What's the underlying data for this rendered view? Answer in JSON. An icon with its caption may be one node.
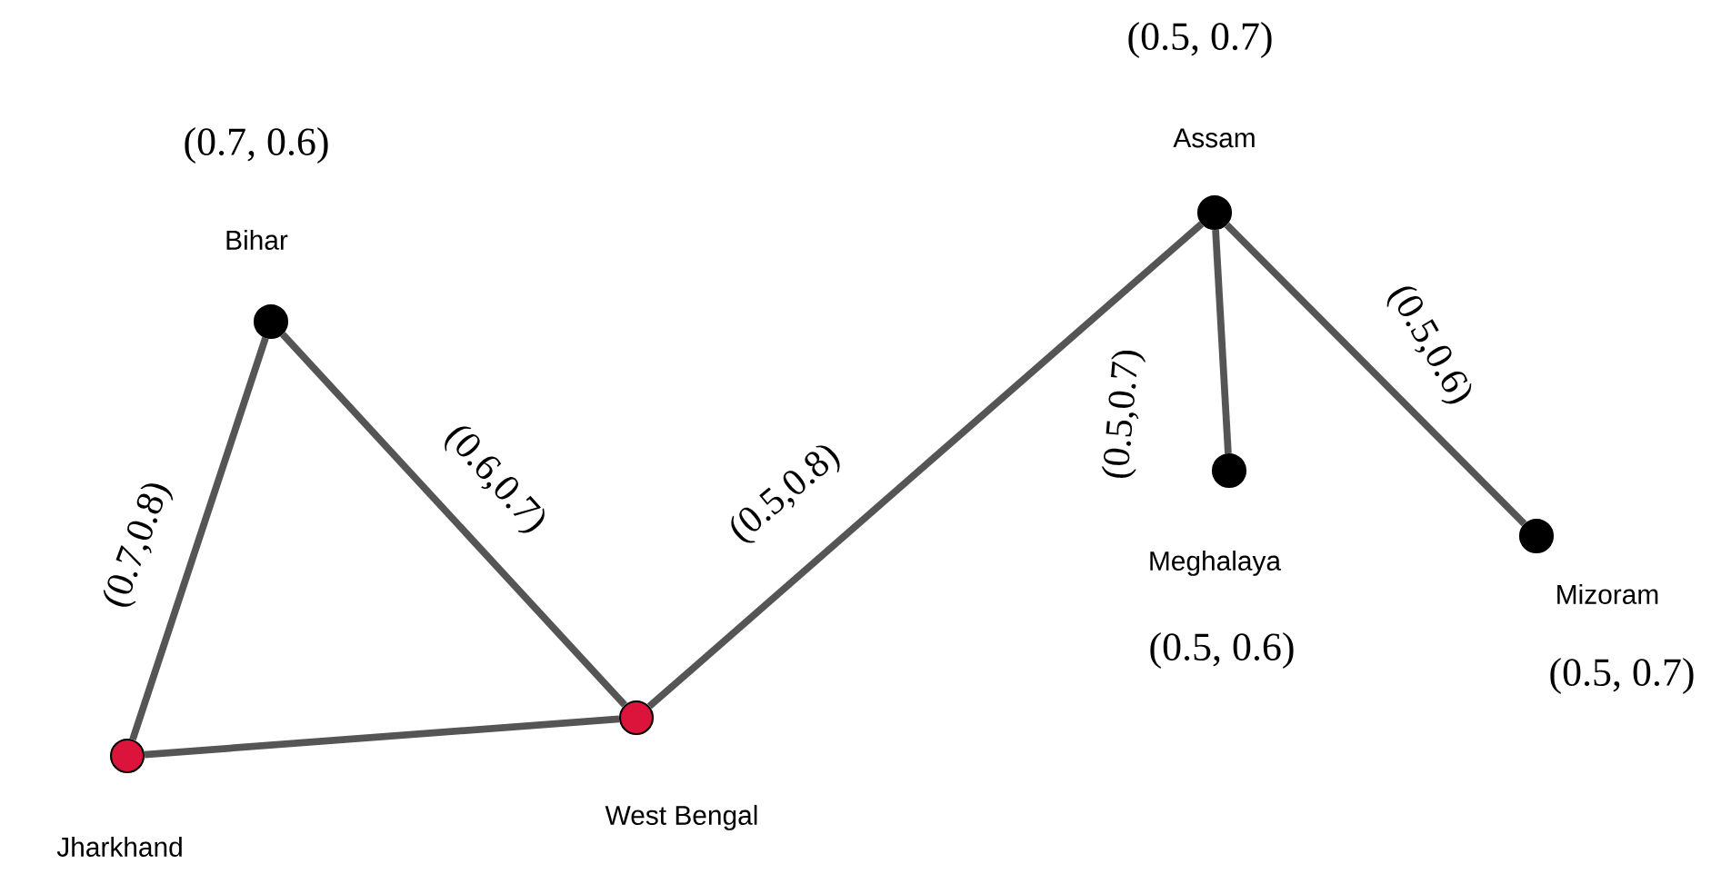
{
  "diagram": {
    "nodes": [
      {
        "text": [
          "Bihar"
        ],
        "beside": [
          "(0.7, 0.6)"
        ]
      },
      {
        "text": [
          "Jharkhand"
        ]
      },
      {
        "text": [
          "West Bengal"
        ]
      },
      {
        "text": [
          "Assam"
        ],
        "beside": [
          "(0.5, 0.7)"
        ]
      },
      {
        "text": [
          "Meghalaya"
        ],
        "beside": [
          "(0.5, 0.6)"
        ]
      },
      {
        "text": [
          "Mizoram"
        ],
        "beside": [
          "(0.5, 0.7)"
        ]
      }
    ],
    "edges": [
      {
        "from": 1,
        "to": 0,
        "arrow": "none",
        "label": "(0.7,0.8)"
      },
      {
        "from": 0,
        "to": 2,
        "arrow": "none",
        "label": "(0.6,0.7)"
      },
      {
        "from": 1,
        "to": 2,
        "arrow": "none"
      },
      {
        "from": 2,
        "to": 3,
        "arrow": "none",
        "label": "(0.5,0.8)"
      },
      {
        "from": 3,
        "to": 4,
        "arrow": "none",
        "label": "(0.5,0.7)"
      },
      {
        "from": 3,
        "to": 5,
        "arrow": "none",
        "label": "(0.5,0.6)"
      }
    ]
  }
}
